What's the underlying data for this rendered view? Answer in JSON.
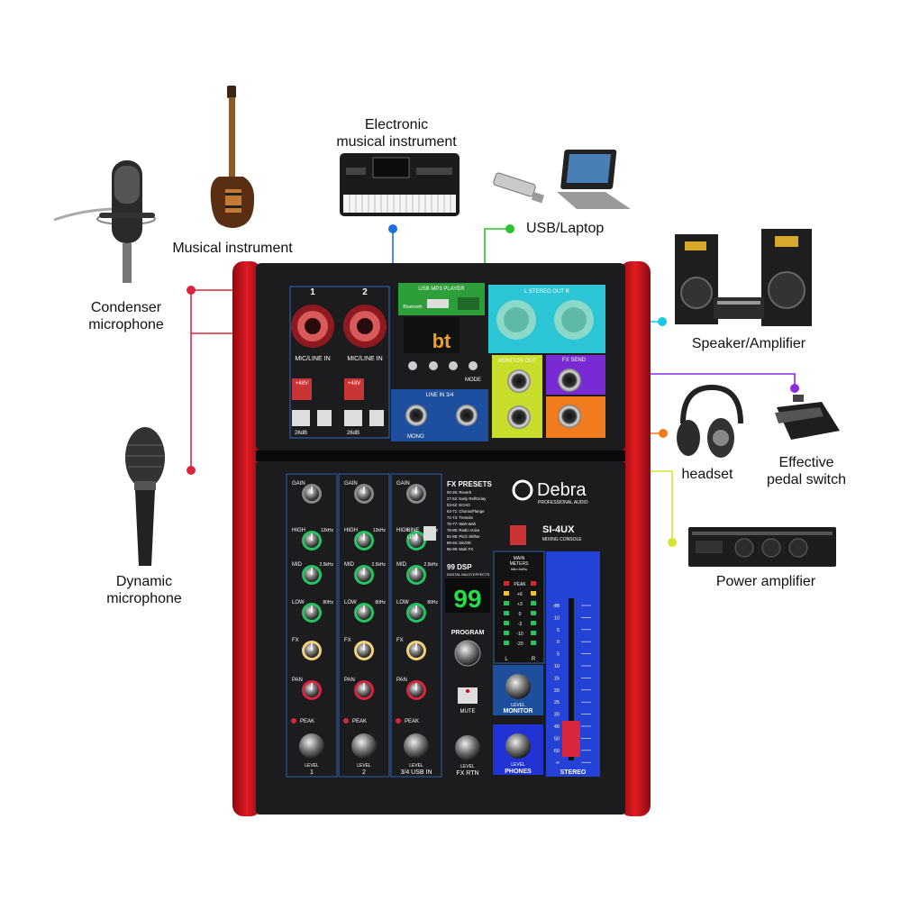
{
  "labels": {
    "condenser_mic_line1": "Condenser",
    "condenser_mic_line2": "microphone",
    "musical_instrument": "Musical instrument",
    "electronic_line1": "Electronic",
    "electronic_line2": "musical instrument",
    "usb_laptop": "USB/Laptop",
    "speaker_amplifier": "Speaker/Amplifier",
    "headset": "headset",
    "pedal_line1": "Effective",
    "pedal_line2": "pedal switch",
    "power_amplifier": "Power amplifier",
    "dynamic_mic_line1": "Dynamic",
    "dynamic_mic_line2": "microphone"
  },
  "mixer": {
    "brand": "Debra",
    "brand_sub": "PROFESSIONAL AUDIO",
    "model": "SI-4UX",
    "model_sub": "MIXING CONSOLE",
    "channel_1": "1",
    "channel_2": "2",
    "mic_line_in": "MIC/LINE IN",
    "phantom": "+48V",
    "pad_26db": "26dB",
    "usb_mp3_player": "USB MP3 PLAYER",
    "bluetooth": "Bluetooth",
    "mp3_display": "bt",
    "mode": "MODE",
    "line_in_34": "LINE IN 3/4",
    "mono": "MONO",
    "stereo_out": "L  STEREO OUT  R",
    "monitor_out": "MONITOR OUT",
    "fx_send": "FX SEND",
    "gain": "GAIN",
    "high": "HIGH",
    "mid": "MID",
    "low": "LOW",
    "fx": "FX",
    "pan": "PAN",
    "peak": "PEAK",
    "level": "LEVEL",
    "freq_high": "12kHz",
    "freq_mid": "2.5kHz",
    "freq_low": "80Hz",
    "line": "LINE",
    "usb": "USB",
    "ch_label_1": "1",
    "ch_label_2": "2",
    "ch_label_3": "3/4 USB IN",
    "fx_rtn": "FX RTN",
    "fx_presets": "FX PRESETS",
    "presets": [
      "00-26: Reverb",
      "27-52: Early Ref/Delay",
      "53-62: ECHO",
      "63-71: Chorus/Flange",
      "72-74: Tremolo",
      "75-77: Wah-Wah",
      "78-80: Radio Voice",
      "81-88: Pitch Shifter",
      "89-94: Dis/Ott",
      "95-99: Multi FX"
    ],
    "dsp": "99 DSP",
    "dsp_sub": "DIGITAL MULTI EFFECTS",
    "fx_display": "99",
    "program": "PROGRAM",
    "mute": "MUTE",
    "main_meters": "MAIN",
    "main_meters_sub": "METERS",
    "meter_range": "0db=0dBu",
    "meter_levels": [
      "PEAK",
      "+6",
      "+3",
      "0",
      "-3",
      "-10",
      "-20"
    ],
    "meter_l": "L",
    "meter_r": "R",
    "monitor": "MONITOR",
    "phones": "PHONES",
    "stereo": "STEREO",
    "fader_scale": [
      "dB",
      "10",
      "5",
      "0",
      "5",
      "10",
      "15",
      "20",
      "25",
      "30",
      "40",
      "50",
      "60",
      "∞"
    ]
  },
  "colors": {
    "red_dot": "#d7263d",
    "blue_dot": "#1e6fd9",
    "green_dot": "#2bc22b",
    "cyan_dot": "#15c9e0",
    "purple_dot": "#8a2be2",
    "orange_dot": "#f07c1d",
    "yellow_dot": "#d6e62c",
    "chassis_red": "#d2141c",
    "panel_black": "#1c1c1e"
  }
}
